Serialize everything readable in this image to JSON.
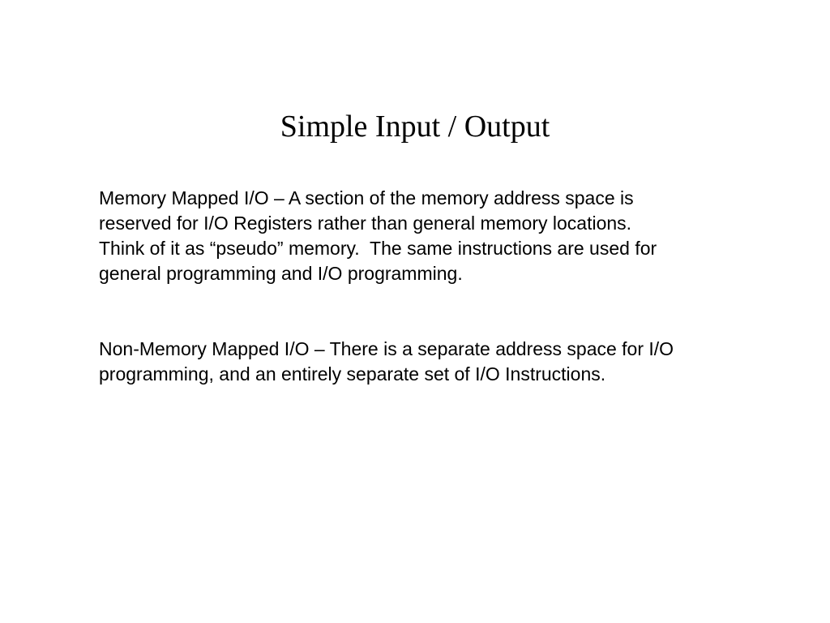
{
  "slide": {
    "title": "Simple Input / Output",
    "paragraphs": [
      {
        "lines": [
          "Memory Mapped I/O – A section of the memory address space is",
          "reserved for I/O Registers rather than general memory locations.",
          "Think of it as “pseudo” memory.  The same instructions are used for",
          "general programming and I/O programming."
        ]
      },
      {
        "lines": [
          "Non-Memory Mapped I/O – There is a separate address space for I/O",
          "programming, and an entirely separate set of I/O Instructions."
        ]
      }
    ]
  }
}
